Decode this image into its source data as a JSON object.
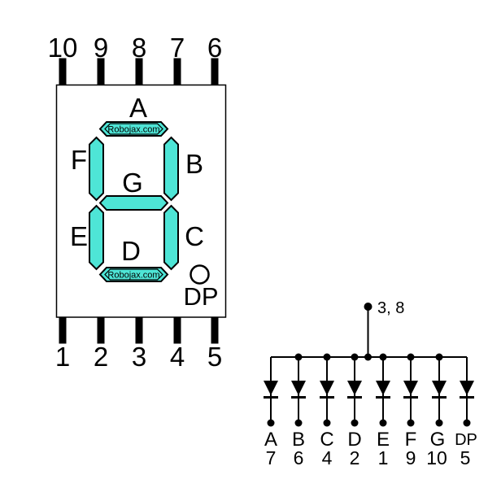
{
  "display": {
    "top_pin_labels": [
      "10",
      "9",
      "8",
      "7",
      "6"
    ],
    "bottom_pin_labels": [
      "1",
      "2",
      "3",
      "4",
      "5"
    ],
    "segment_labels": {
      "a": "A",
      "b": "B",
      "c": "C",
      "d": "D",
      "e": "E",
      "f": "F",
      "g": "G",
      "dp": "DP"
    },
    "brand_text": "Robojax.com",
    "segment_color": "#4ee5d6"
  },
  "schematic": {
    "common_pins_label": "3, 8",
    "terminals": [
      {
        "segment": "A",
        "pin": "7"
      },
      {
        "segment": "B",
        "pin": "6"
      },
      {
        "segment": "C",
        "pin": "4"
      },
      {
        "segment": "D",
        "pin": "2"
      },
      {
        "segment": "E",
        "pin": "1"
      },
      {
        "segment": "F",
        "pin": "9"
      },
      {
        "segment": "G",
        "pin": "10"
      },
      {
        "segment": "DP",
        "pin": "5"
      }
    ]
  }
}
